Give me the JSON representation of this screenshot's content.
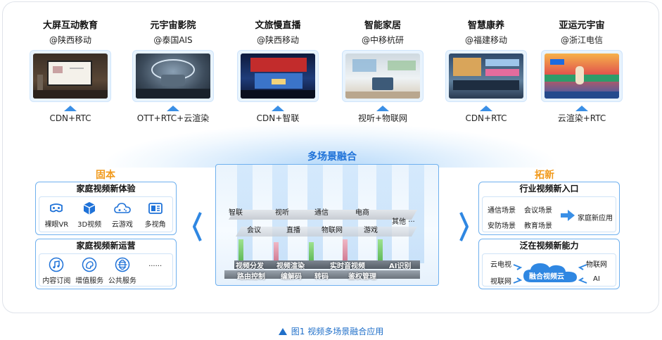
{
  "cases": [
    {
      "title": "大屏互动教育",
      "org": "@陕西移动",
      "tech": "CDN+RTC",
      "thumb": "classroom-screen"
    },
    {
      "title": "元宇宙影院",
      "org": "@泰国AIS",
      "tech": "OTT+RTC+云渲染",
      "thumb": "virtual-cinema"
    },
    {
      "title": "文旅慢直播",
      "org": "@陕西移动",
      "tech": "CDN+智联",
      "thumb": "stage-live"
    },
    {
      "title": "智能家居",
      "org": "@中移杭研",
      "tech": "视听+物联网",
      "thumb": "smart-living-room"
    },
    {
      "title": "智慧康养",
      "org": "@福建移动",
      "tech": "CDN+RTC",
      "thumb": "care-dashboard"
    },
    {
      "title": "亚运元宇宙",
      "org": "@浙江电信",
      "tech": "云渲染+RTC",
      "thumb": "stadium-metaverse"
    }
  ],
  "center": {
    "title": "多场景融合",
    "top_row": [
      "智联",
      "视听",
      "通信",
      "电商"
    ],
    "mid_row": [
      "会议",
      "直播",
      "物联网",
      "游戏",
      "其他 ···"
    ],
    "bottom_row1": [
      "视频分发",
      "视频渲染",
      "实时音视频",
      "AI识别"
    ],
    "bottom_row2": [
      "路由控制",
      "编解码",
      "转码",
      "鉴权管理"
    ]
  },
  "left": {
    "heading": "固本",
    "box1": {
      "title": "家庭视频新体验",
      "items": [
        {
          "label": "裸眼VR",
          "icon": "vr-headset-icon"
        },
        {
          "label": "3D视频",
          "icon": "cube-icon"
        },
        {
          "label": "云游戏",
          "icon": "cloud-gamepad-icon"
        },
        {
          "label": "多视角",
          "icon": "multi-view-icon"
        }
      ]
    },
    "box2": {
      "title": "家庭视频新运营",
      "items": [
        {
          "label": "内容订阅",
          "icon": "music-note-icon"
        },
        {
          "label": "增值服务",
          "icon": "palette-icon"
        },
        {
          "label": "公共服务",
          "icon": "globe-icon"
        },
        {
          "label": "······",
          "icon": ""
        }
      ]
    }
  },
  "right": {
    "heading": "拓新",
    "box1": {
      "title": "行业视频新入口",
      "items": [
        "通信场景",
        "会议场景",
        "安防场景",
        "教育场景"
      ],
      "target": "家庭新应用"
    },
    "box2": {
      "title": "泛在视频新能力",
      "core": "融合视频云",
      "nodes": [
        "云电视",
        "物联网",
        "视联网",
        "AI"
      ]
    }
  },
  "caption": "图1  视频多场景融合应用",
  "colors": {
    "accent": "#1f72d8",
    "orange": "#f19a1c",
    "border": "#6fb0ee"
  }
}
